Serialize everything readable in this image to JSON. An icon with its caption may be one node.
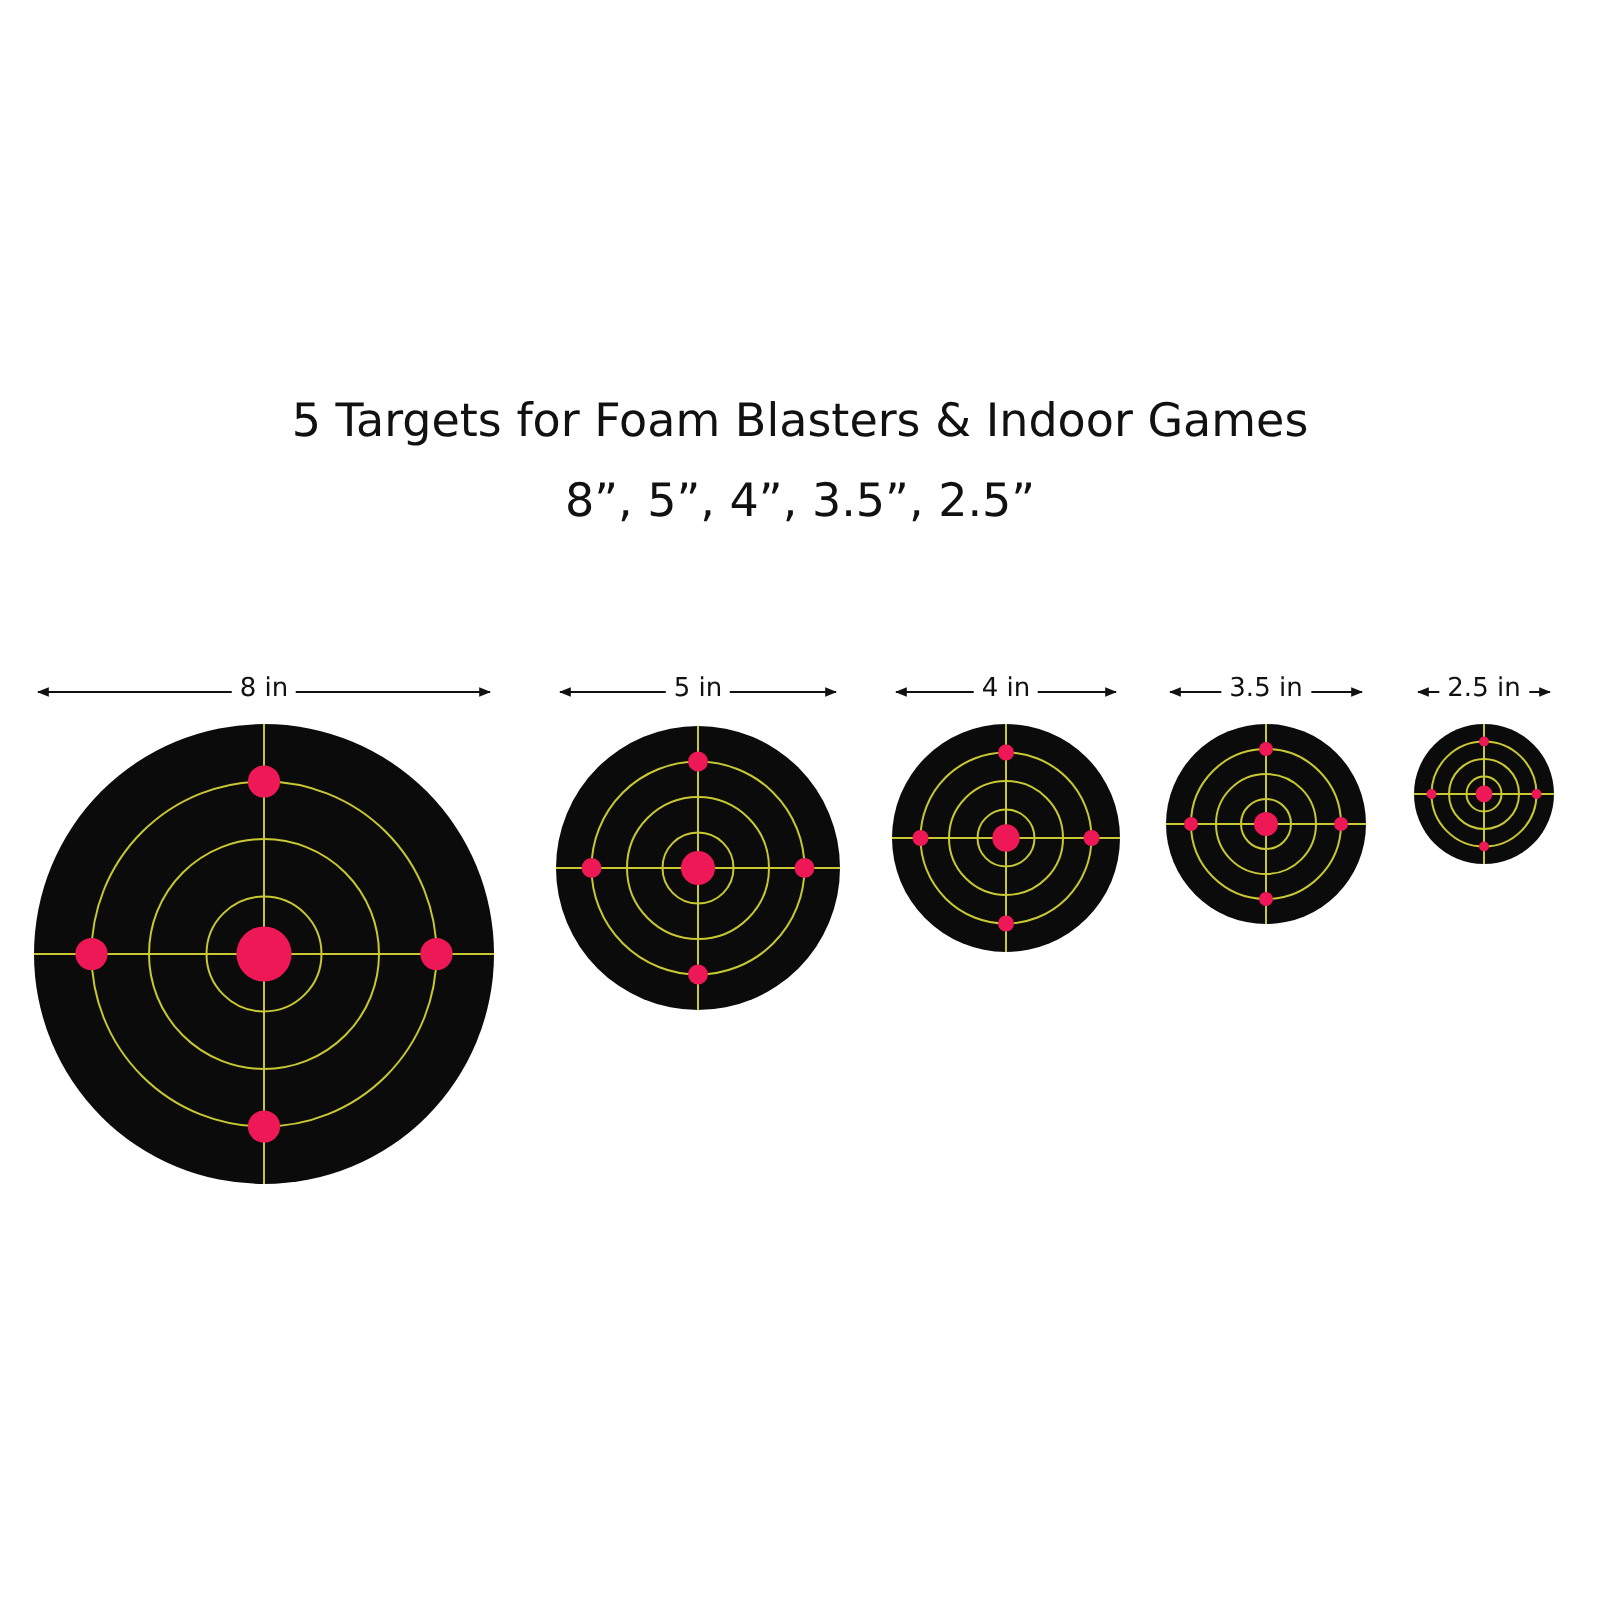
{
  "diagram": {
    "title": "5 Targets for Foam Blasters & Indoor Games",
    "labels": [
      "8”, 5”, 4”, 3.5”, 2.5”",
      "8 in",
      "5 in",
      "4 in",
      "3.5 in",
      "2.5 in"
    ]
  }
}
